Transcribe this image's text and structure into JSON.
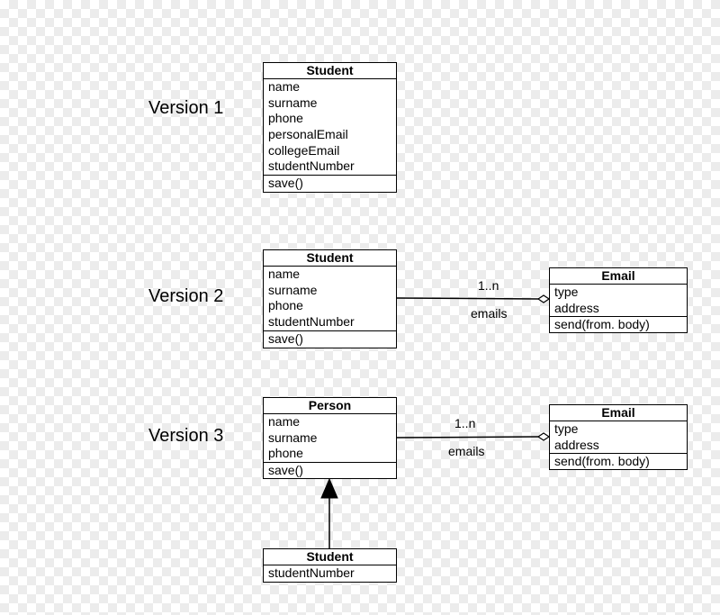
{
  "versions": [
    {
      "label": "Version 1",
      "student": {
        "title": "Student",
        "attributes": [
          "name",
          "surname",
          "phone",
          "personalEmail",
          "collegeEmail",
          "studentNumber"
        ],
        "methods": [
          "save()"
        ]
      }
    },
    {
      "label": "Version 2",
      "student": {
        "title": "Student",
        "attributes": [
          "name",
          "surname",
          "phone",
          "studentNumber"
        ],
        "methods": [
          "save()"
        ]
      },
      "association": {
        "multiplicity": "1..n",
        "role": "emails"
      },
      "email": {
        "title": "Email",
        "attributes": [
          "type",
          "address"
        ],
        "methods": [
          "send(from. body)"
        ]
      }
    },
    {
      "label": "Version 3",
      "person": {
        "title": "Person",
        "attributes": [
          "name",
          "surname",
          "phone"
        ],
        "methods": [
          "save()"
        ]
      },
      "association": {
        "multiplicity": "1..n",
        "role": "emails"
      },
      "email": {
        "title": "Email",
        "attributes": [
          "type",
          "address"
        ],
        "methods": [
          "send(from. body)"
        ]
      },
      "student": {
        "title": "Student",
        "attributes": [
          "studentNumber"
        ]
      }
    }
  ],
  "colors": {
    "line": "#000000",
    "box_fill": "#ffffff",
    "checker": "#ececec"
  }
}
